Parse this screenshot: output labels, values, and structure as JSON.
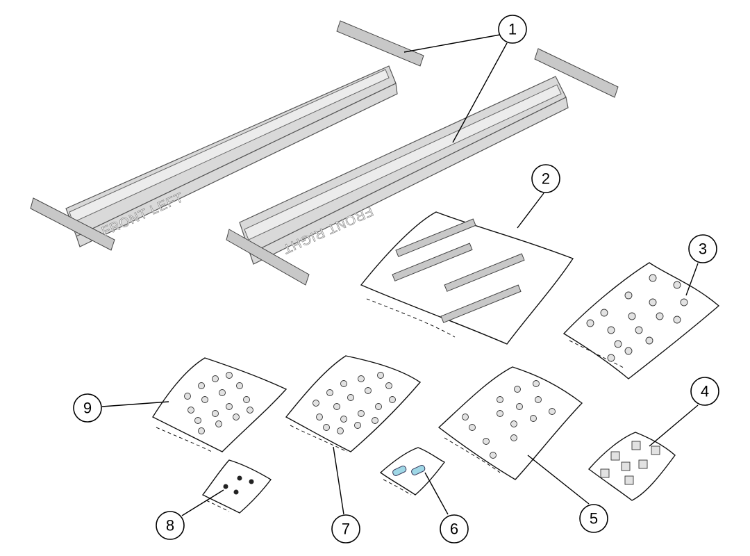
{
  "rails": {
    "left_label": "FRONT LEFT",
    "right_label": "FRONT RIGHT"
  },
  "callouts": [
    "1",
    "2",
    "3",
    "4",
    "5",
    "6",
    "7",
    "8",
    "9"
  ]
}
